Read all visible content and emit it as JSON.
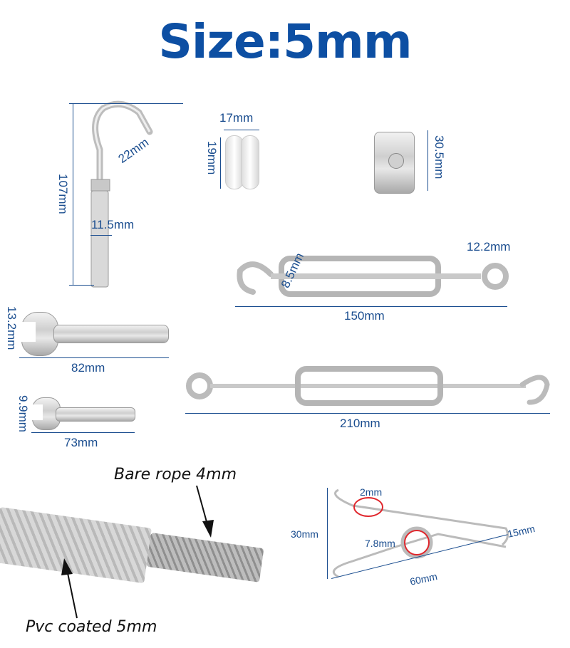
{
  "title": "Size:5mm",
  "accent_color": "#0d4fa3",
  "dimension_color": "#1a4d8f",
  "items": {
    "expansion_hook": {
      "height": "107mm",
      "hook_opening": "22mm",
      "sleeve_diameter": "11.5mm"
    },
    "aluminum_ferrule": {
      "width": "17mm",
      "height": "19mm"
    },
    "wire_rope_clip": {
      "height": "30.5mm"
    },
    "turnbuckle_small": {
      "length": "150mm",
      "hook_opening": "8.5mm",
      "eye_diameter": "12.2mm"
    },
    "wrench_large": {
      "length": "82mm",
      "jaw": "13.2mm"
    },
    "wrench_small": {
      "length": "73mm",
      "jaw": "9.9mm"
    },
    "turnbuckle_large": {
      "length": "210mm"
    },
    "wire_rope": {
      "bare_label": "Bare rope 4mm",
      "coated_label": "Pvc coated 5mm"
    },
    "spring_clip": {
      "height": "30mm",
      "wire": "2mm",
      "coil": "7.8mm",
      "jaw": "15mm",
      "length": "60mm"
    }
  }
}
